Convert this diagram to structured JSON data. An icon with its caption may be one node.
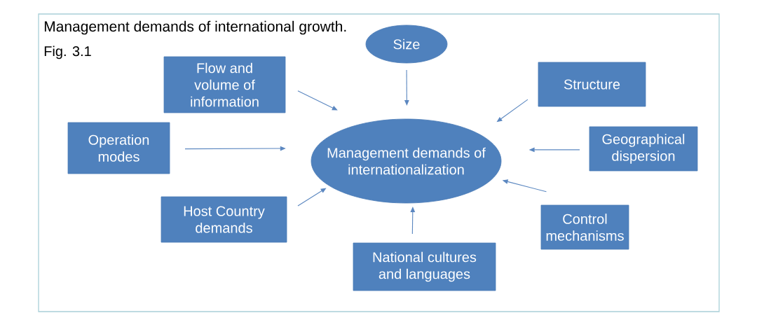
{
  "diagram": {
    "title": "Management demands of international growth.",
    "nodes": [
      {
        "text": [
          "Size"
        ]
      },
      {
        "text": [
          "Flow and volume of information"
        ]
      },
      {
        "text": [
          "Structure"
        ]
      },
      {
        "text": [
          "Operation modes"
        ]
      },
      {
        "text": [
          "Management demands of internationalization"
        ]
      },
      {
        "text": [
          "Geographical dispersion"
        ]
      },
      {
        "text": [
          "Host Country demands"
        ]
      },
      {
        "text": [
          "Control mechanisms"
        ]
      },
      {
        "text": [
          "National cultures and languages"
        ]
      }
    ],
    "edges": [
      {
        "from": 0,
        "to": 4,
        "arrow": "to"
      },
      {
        "from": 1,
        "to": 4,
        "arrow": "to"
      },
      {
        "from": 2,
        "to": 4,
        "arrow": "to"
      },
      {
        "from": 3,
        "to": 4,
        "arrow": "to"
      },
      {
        "from": 5,
        "to": 4,
        "arrow": "to"
      },
      {
        "from": 6,
        "to": 4,
        "arrow": "to"
      },
      {
        "from": 7,
        "to": 4,
        "arrow": "to"
      },
      {
        "from": 8,
        "to": 4,
        "arrow": "to"
      }
    ],
    "labels": [
      "Fig. 3.1"
    ]
  }
}
